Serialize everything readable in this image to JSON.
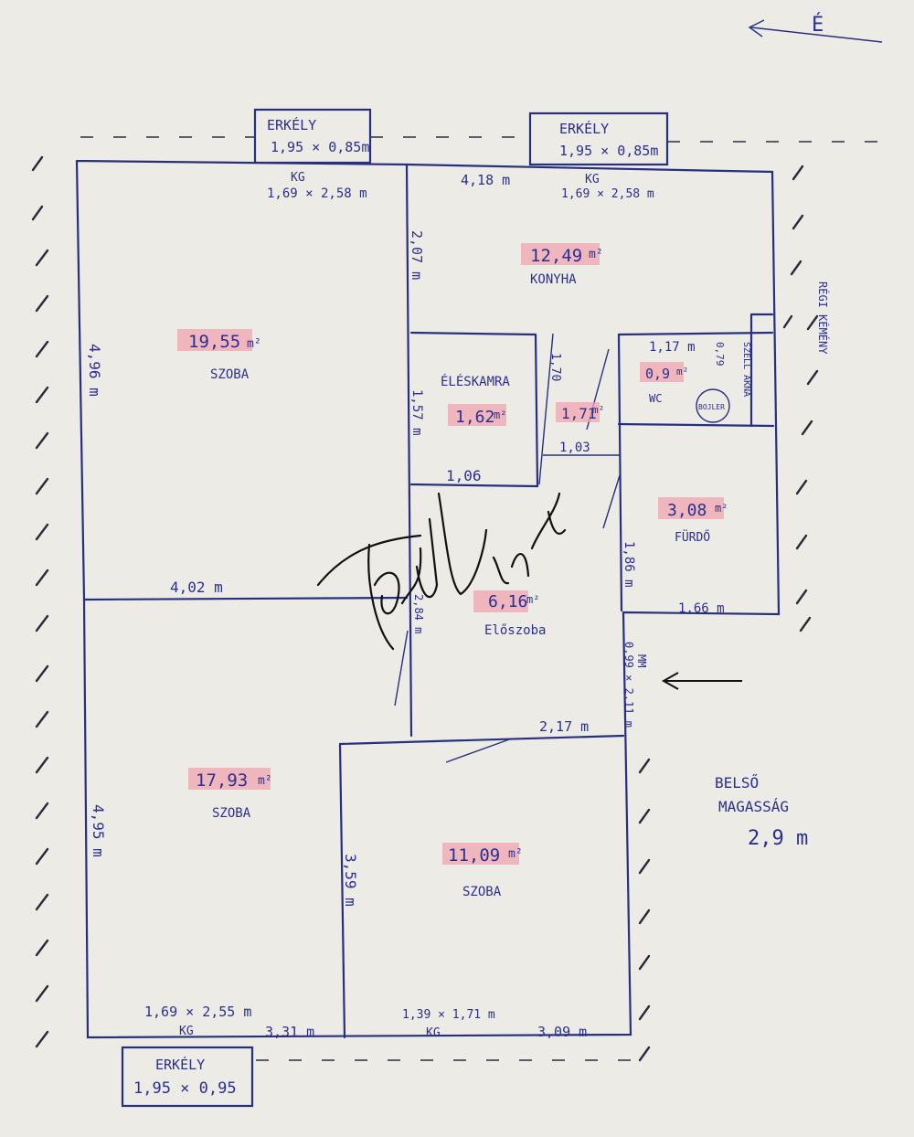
{
  "compass": {
    "label": "É"
  },
  "rooms": [
    {
      "id": "szoba1",
      "area": "19,55",
      "unit": "m²",
      "name": "SZOBA"
    },
    {
      "id": "konyha",
      "area": "12,49",
      "unit": "m²",
      "name": "KONYHA"
    },
    {
      "id": "eleskamra",
      "area": "1,62",
      "unit": "m²",
      "name": "ÉLÉSKAMRA"
    },
    {
      "id": "kis",
      "area": "1,71",
      "unit": "m²",
      "name": ""
    },
    {
      "id": "wc",
      "area": "0,9",
      "unit": "m²",
      "name": "WC"
    },
    {
      "id": "furdo",
      "area": "3,08",
      "unit": "m²",
      "name": "FÜRDŐ"
    },
    {
      "id": "eloszoba",
      "area": "6,16",
      "unit": "m²",
      "name": "Előszoba"
    },
    {
      "id": "szoba2",
      "area": "17,93",
      "unit": "m²",
      "name": "SZOBA"
    },
    {
      "id": "szoba3",
      "area": "11,09",
      "unit": "m²",
      "name": "SZOBA"
    }
  ],
  "balconies": [
    {
      "label": "ERKÉLY",
      "size": "1,95 × 0,85m"
    },
    {
      "label": "ERKÉLY",
      "size": "1,95 × 0,85m"
    },
    {
      "label": "ERKÉLY",
      "size": "1,95 × 0,95"
    }
  ],
  "dimensions": {
    "kitchen_width": "4,18 m",
    "window_top_left": "1,69 × 2,58 m",
    "window_top_right": "1,69 × 2,58 m",
    "kg": "KG",
    "wall_207": "2,07 m",
    "room1_depth": "4,96 m",
    "room1_width": "4,02 m",
    "pantry_height": "1,57 m",
    "pantry_width": "1,06",
    "small_height": "1,70",
    "small_width": "1,03",
    "wc_width": "1,17 m",
    "wc_depth": "0,79",
    "bath_height": "1,86 m",
    "bath_width": "1,66 m",
    "hall_height": "2,84 m",
    "door": "0,99 × 2,11 m",
    "door_mm": "MM",
    "hall_width": "2,17 m",
    "room2_depth": "4,95 m",
    "room3_depth": "3,59 m",
    "window_bottom_left": "1,69 × 2,55 m",
    "bottom_331": "3,31 m",
    "window_bottom_mid": "1,39 × 1,71 m",
    "bottom_309": "3,09 m",
    "regi_kemeny": "RÉGI KÉMÉNY",
    "szell_akna": "SZELL AKNA",
    "boiler": "BOJLER"
  },
  "note": {
    "line1": "BELSŐ",
    "line2": "MAGASSÁG",
    "value": "2,9 m"
  },
  "watermark": "Tóth Linda",
  "colors": {
    "ink": "#2b2f8f",
    "highlight": "#f2a4b0",
    "paper": "#ecebe6"
  }
}
